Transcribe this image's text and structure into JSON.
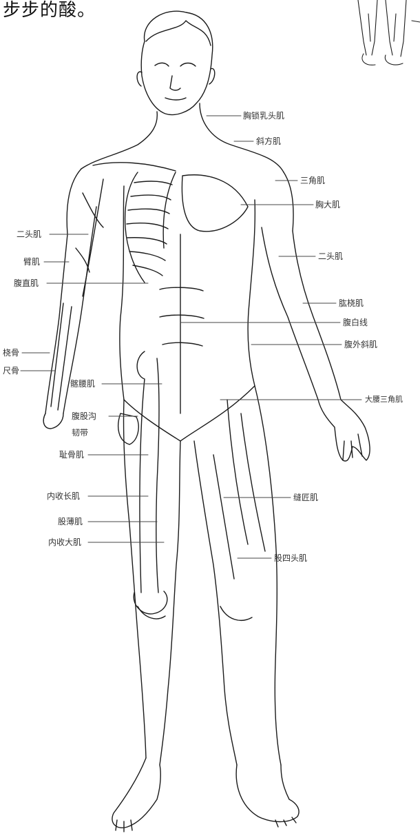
{
  "caption": "步步的酸。",
  "labels_right": [
    {
      "id": "sternocleidomastoid",
      "text": "胸锁乳头肌"
    },
    {
      "id": "trapezius",
      "text": "斜方肌"
    },
    {
      "id": "deltoid",
      "text": "三角肌"
    },
    {
      "id": "pectoralis",
      "text": "胸大肌"
    },
    {
      "id": "biceps-right",
      "text": "二头肌"
    },
    {
      "id": "brachioradialis",
      "text": "肱桡肌"
    },
    {
      "id": "linea-alba",
      "text": "腹白线"
    },
    {
      "id": "external-oblique",
      "text": "腹外斜肌"
    },
    {
      "id": "gluteus",
      "text": "大腰三角肌"
    },
    {
      "id": "sartorius",
      "text": "缝匠肌"
    },
    {
      "id": "quadriceps",
      "text": "股四头肌"
    }
  ],
  "labels_left": [
    {
      "id": "biceps-left",
      "text": "二头肌"
    },
    {
      "id": "brachialis",
      "text": "臂肌"
    },
    {
      "id": "rectus-abdominis",
      "text": "腹直肌"
    },
    {
      "id": "radius",
      "text": "桡骨"
    },
    {
      "id": "ulna",
      "text": "尺骨"
    },
    {
      "id": "iliopsoas",
      "text": "髂腰肌"
    },
    {
      "id": "inguinal",
      "text": "腹股沟"
    },
    {
      "id": "ligament",
      "text": "韧带"
    },
    {
      "id": "pubic-muscle",
      "text": "耻骨肌"
    },
    {
      "id": "adductor-longus",
      "text": "内收长肌"
    },
    {
      "id": "gracilis",
      "text": "股薄肌"
    },
    {
      "id": "adductor-magnus",
      "text": "内收大肌"
    }
  ]
}
